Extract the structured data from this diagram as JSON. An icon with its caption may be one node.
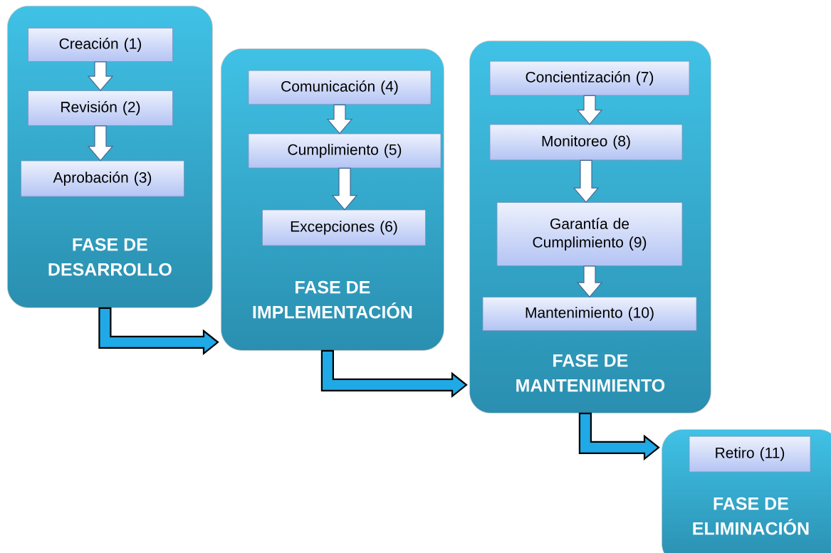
{
  "diagram": {
    "nodes": [
      {
        "text": [
          "FASE DE DESARROLLO"
        ]
      },
      {
        "text": [
          "Creación (1)"
        ],
        "in": 0
      },
      {
        "text": [
          "Revisión (2)"
        ],
        "in": 0
      },
      {
        "text": [
          "Aprobación (3)"
        ],
        "in": 0
      },
      {
        "text": [
          "FASE DE IMPLEMENTACIÓN"
        ]
      },
      {
        "text": [
          "Comunicación (4)"
        ],
        "in": 4
      },
      {
        "text": [
          "Cumplimiento (5)"
        ],
        "in": 4
      },
      {
        "text": [
          "Excepciones (6)"
        ],
        "in": 4
      },
      {
        "text": [
          "FASE DE MANTENIMIENTO"
        ]
      },
      {
        "text": [
          "Concientización (7)"
        ],
        "in": 8
      },
      {
        "text": [
          "Monitoreo (8)"
        ],
        "in": 8
      },
      {
        "text": [
          "Garantía de Cumplimiento (9)"
        ],
        "in": 8
      },
      {
        "text": [
          "Mantenimiento (10)"
        ],
        "in": 8
      },
      {
        "text": [
          "FASE DE ELIMINACIÓN"
        ]
      },
      {
        "text": [
          "Retiro (11)"
        ],
        "in": 13
      }
    ],
    "edges": [
      {
        "from": 1,
        "to": 2,
        "arrow": "to"
      },
      {
        "from": 2,
        "to": 3,
        "arrow": "to"
      },
      {
        "from": 5,
        "to": 6,
        "arrow": "to"
      },
      {
        "from": 6,
        "to": 7,
        "arrow": "to"
      },
      {
        "from": 9,
        "to": 10,
        "arrow": "to"
      },
      {
        "from": 10,
        "to": 11,
        "arrow": "to"
      },
      {
        "from": 11,
        "to": 12,
        "arrow": "to"
      },
      {
        "from": 0,
        "to": 4,
        "arrow": "to",
        "style": "thick",
        "color": "#1fa9e6"
      },
      {
        "from": 4,
        "to": 8,
        "arrow": "to",
        "style": "thick",
        "color": "#1fa9e6"
      },
      {
        "from": 8,
        "to": 13,
        "arrow": "to",
        "style": "thick",
        "color": "#1fa9e6"
      }
    ]
  }
}
